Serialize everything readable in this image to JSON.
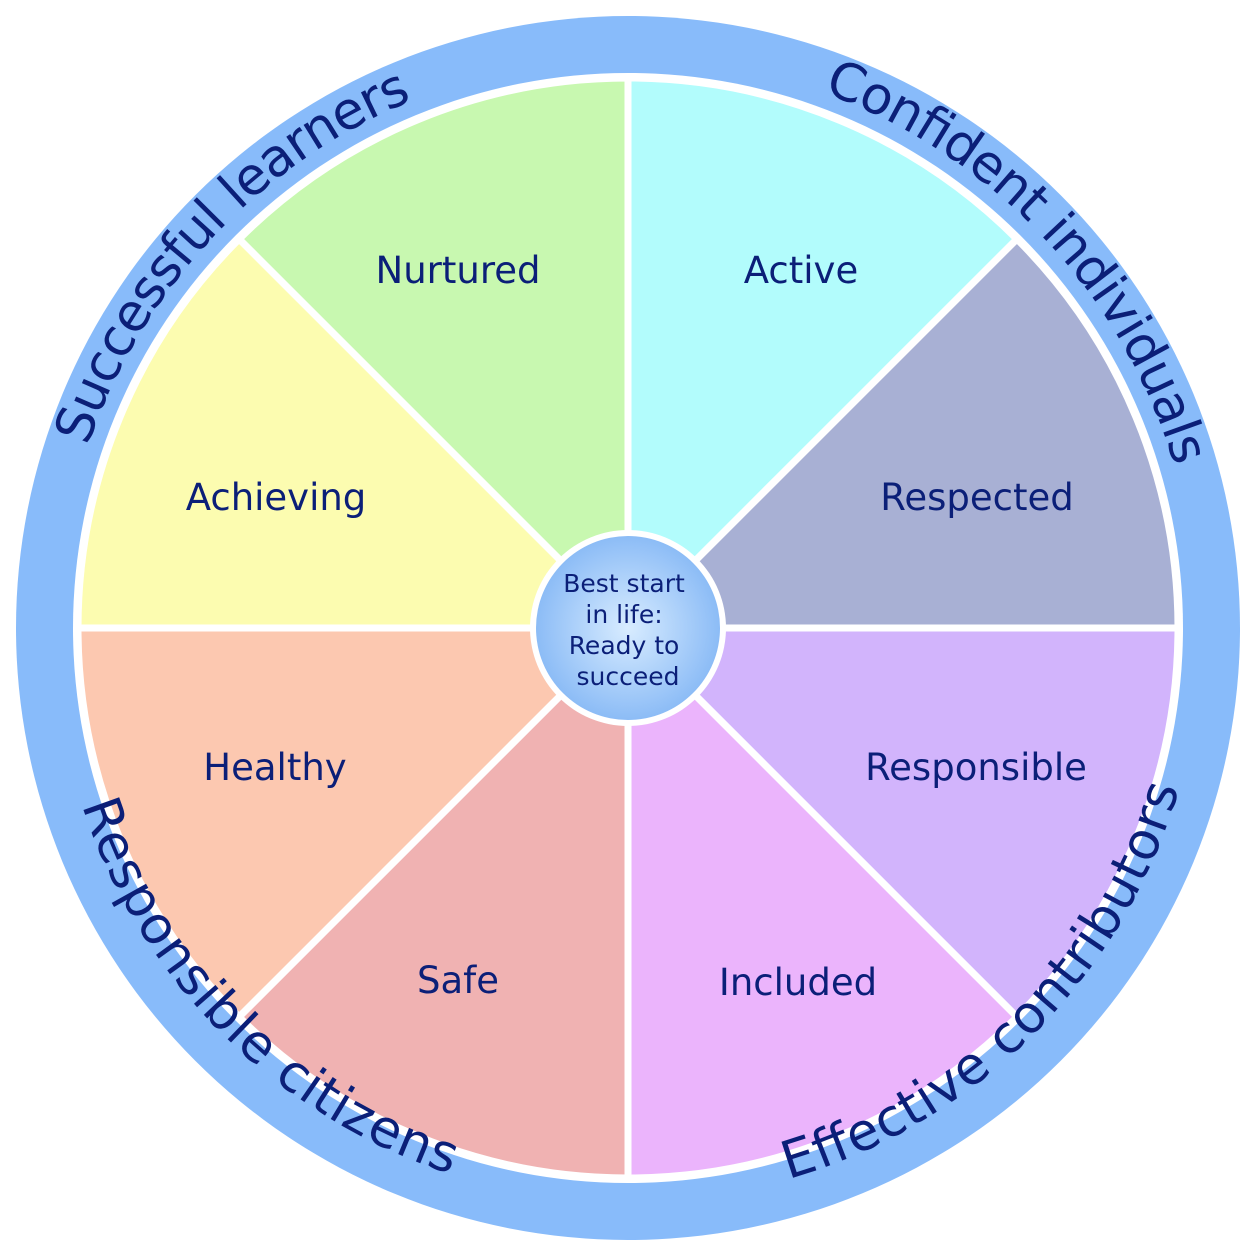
{
  "diagram": {
    "center": {
      "lines": [
        "Best start",
        "in life:",
        "Ready to",
        "succeed"
      ]
    },
    "ring": {
      "color": "#88bbfa",
      "labels": {
        "top_left": "Successful learners",
        "top_right": "Confident individuals",
        "bottom_left": "Responsible citizens",
        "bottom_right": "Effective contributors"
      }
    },
    "wedges": [
      {
        "label": "Nurtured",
        "color": "#c8f8b0"
      },
      {
        "label": "Active",
        "color": "#b2fcfc"
      },
      {
        "label": "Respected",
        "color": "#a8b0d4"
      },
      {
        "label": "Responsible",
        "color": "#d2b4fc"
      },
      {
        "label": "Included",
        "color": "#ebb4fc"
      },
      {
        "label": "Safe",
        "color": "#f0b2b2"
      },
      {
        "label": "Healthy",
        "color": "#fcc8b0"
      },
      {
        "label": "Achieving",
        "color": "#fcfcb0"
      }
    ],
    "text_color": "#0b1f78"
  }
}
